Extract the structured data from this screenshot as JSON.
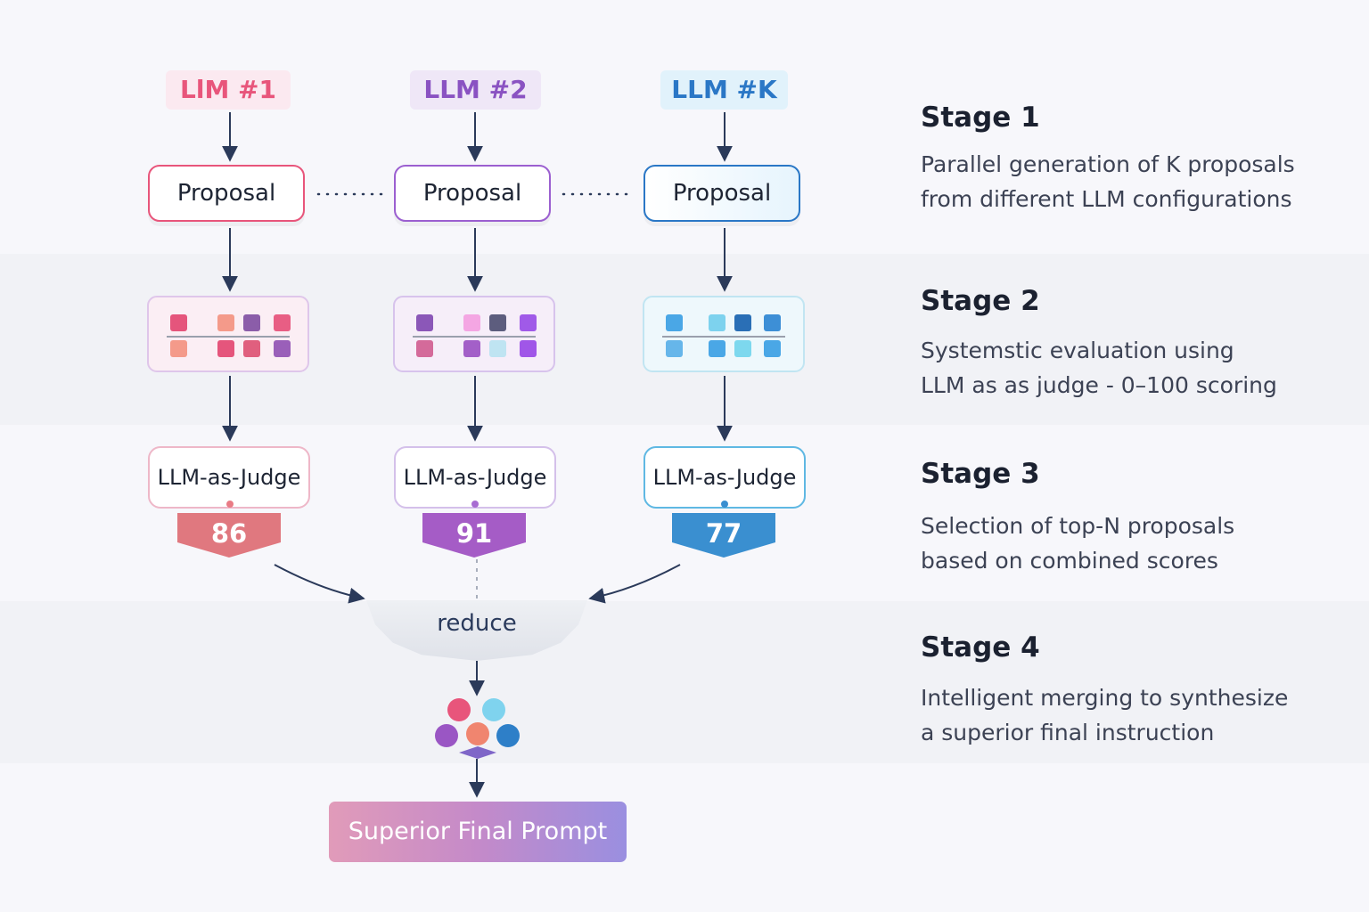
{
  "columns": [
    {
      "llm_label": "LlM #1",
      "proposal_label": "Proposal",
      "judge_label": "LLM-as-Judge",
      "score": "86",
      "colors": {
        "accent": "#e8557b",
        "tag_bg": "#fbe9f0",
        "score": "#e0787f",
        "eval_bg": "#fbeef4",
        "eval_border": "#dfc6ea"
      }
    },
    {
      "llm_label": "LLM #2",
      "proposal_label": "Proposal",
      "judge_label": "LLM-as-Judge",
      "score": "91",
      "colors": {
        "accent": "#8a52c2",
        "tag_bg": "#efe7f7",
        "score": "#a55cc6",
        "eval_bg": "#f6eef9",
        "eval_border": "#d7c3ec"
      }
    },
    {
      "llm_label": "LLM #K",
      "proposal_label": "Proposal",
      "judge_label": "LLM-as-Judge",
      "score": "77",
      "colors": {
        "accent": "#2a77c6",
        "tag_bg": "#e1f2fb",
        "score": "#3a8fd0",
        "eval_bg": "#eef8fc",
        "eval_border": "#c1e5f2"
      }
    }
  ],
  "reduce_label": "reduce",
  "final_label": "Superior Final Prompt",
  "stages": [
    {
      "title": "Stage 1",
      "desc_line1": "Parallel generation of K proposals",
      "desc_line2": "from different LLM configurations"
    },
    {
      "title": "Stage 2",
      "desc_line1": "Systemstic evaluation using",
      "desc_line2": "LLM as as judge - 0–100 scoring"
    },
    {
      "title": "Stage 3",
      "desc_line1": "Selection of top-N proposals",
      "desc_line2": "based on combined scores"
    },
    {
      "title": "Stage 4",
      "desc_line1": "Intelligent merging to synthesize",
      "desc_line2": "a superior final instruction"
    }
  ],
  "colors": {
    "arrow": "#2b3a5a",
    "text": "#1d2433"
  }
}
